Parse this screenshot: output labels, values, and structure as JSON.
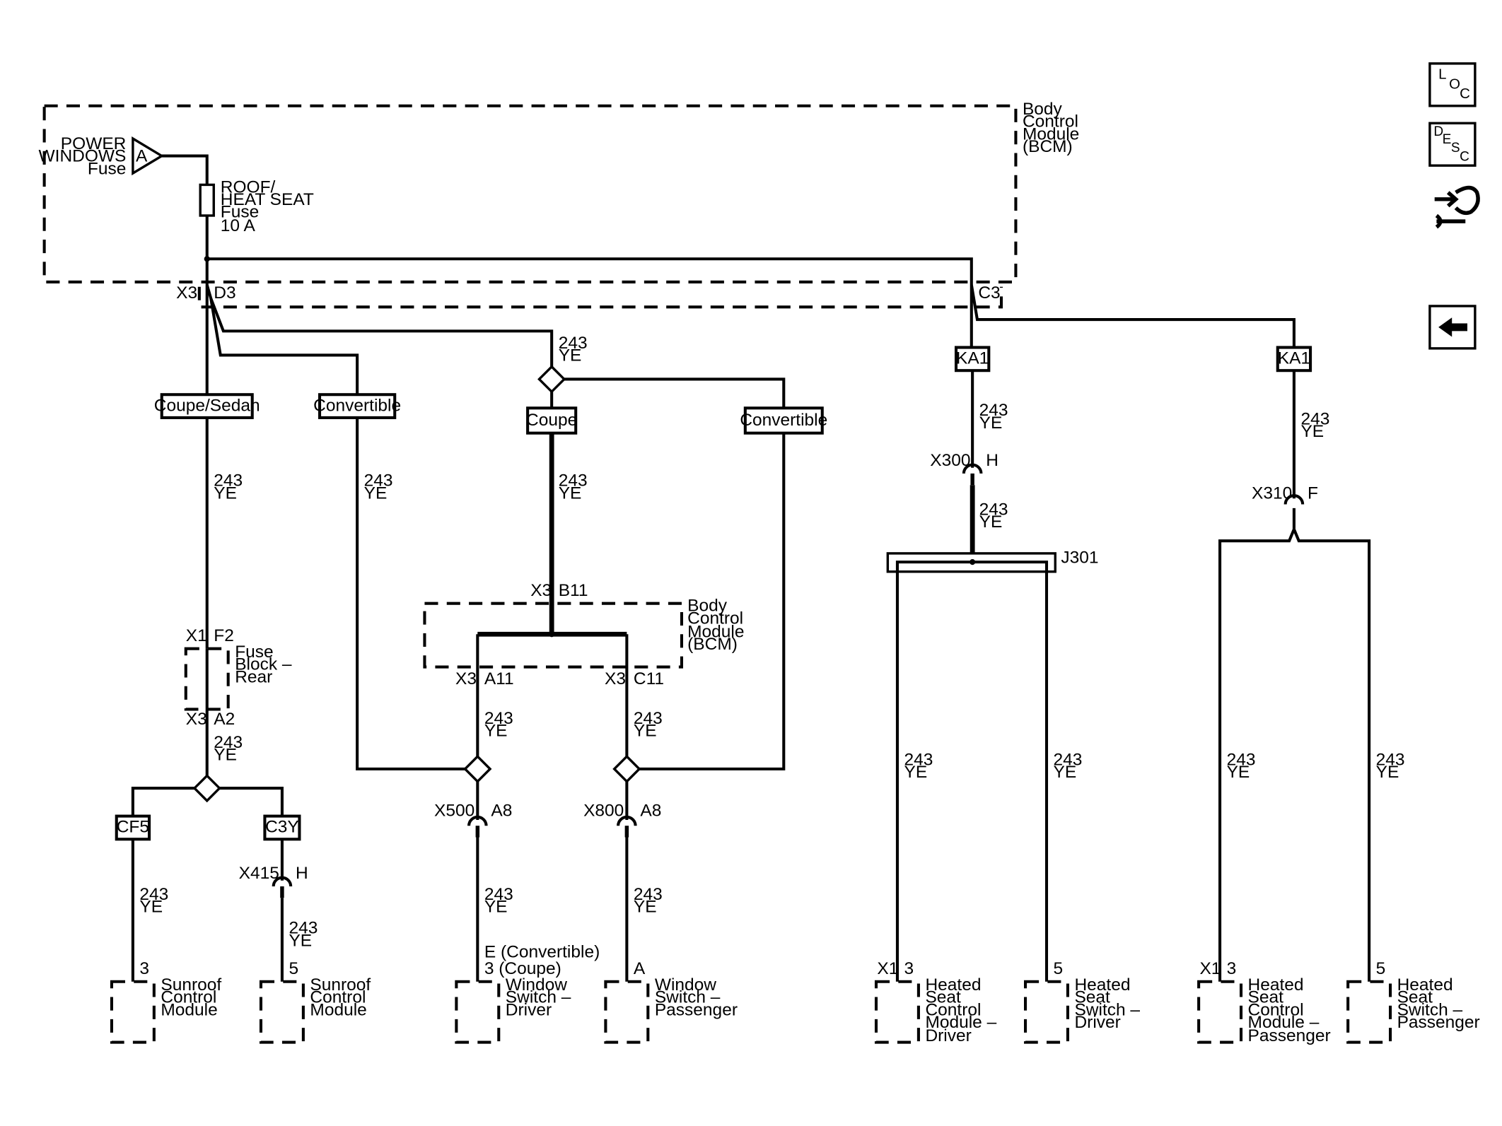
{
  "bcm": {
    "label_lines": [
      "Body",
      "Control",
      "Module",
      "(BCM)"
    ]
  },
  "power_windows": {
    "lines": [
      "POWER",
      "WINDOWS",
      "Fuse"
    ],
    "pin": "A"
  },
  "roof_fuse": {
    "lines": [
      "ROOF/",
      "HEAT SEAT",
      "Fuse",
      "10 A"
    ]
  },
  "connectors": {
    "x3": "X3",
    "d3": "D3",
    "c3": "C3",
    "b11": "B11",
    "a11": "A11",
    "c11": "C11",
    "x1": "X1",
    "f2": "F2",
    "a2": "A2",
    "x500": "X500",
    "x800": "X800",
    "a8": "A8",
    "x415": "X415",
    "h": "H",
    "x300": "X300",
    "x310": "X310",
    "f": "F",
    "j301": "J301"
  },
  "options": {
    "coupe_sedan": "Coupe/Sedan",
    "convertible": "Convertible",
    "coupe": "Coupe",
    "cf5": "CF5",
    "c3y": "C3Y",
    "ka1": "KA1"
  },
  "wire": {
    "circuit": "243",
    "color": "YE"
  },
  "fuse_block_rear": {
    "lines": [
      "Fuse",
      "Block –",
      "Rear"
    ]
  },
  "bcm_inner": {
    "lines": [
      "Body",
      "Control",
      "Module",
      "(BCM)"
    ]
  },
  "pins": {
    "p3": "3",
    "p5": "5",
    "pA": "A",
    "e_convertible": "E (Convertible)",
    "three_coupe": "3 (Coupe)"
  },
  "components": {
    "sunroof": [
      "Sunroof",
      "Control",
      "Module"
    ],
    "window_driver": [
      "Window",
      "Switch –",
      "Driver"
    ],
    "window_passenger": [
      "Window",
      "Switch –",
      "Passenger"
    ],
    "hs_module_driver": [
      "Heated",
      "Seat",
      "Control",
      "Module –",
      "Driver"
    ],
    "hs_switch_driver": [
      "Heated",
      "Seat",
      "Switch –",
      "Driver"
    ],
    "hs_module_passenger": [
      "Heated",
      "Seat",
      "Control",
      "Module –",
      "Passenger"
    ],
    "hs_switch_passenger": [
      "Heated",
      "Seat",
      "Switch –",
      "Passenger"
    ]
  },
  "icons": {
    "loc": {
      "l1": "L",
      "l2": "O",
      "l3": "C"
    },
    "desc": {
      "l1": "D",
      "l2": "E",
      "l3": "S",
      "l4": "C"
    },
    "connector_tool": "connector-tool-icon",
    "back": "back-arrow-icon"
  }
}
